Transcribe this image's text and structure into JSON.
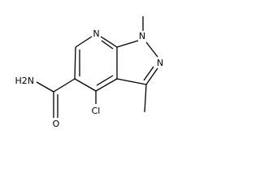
{
  "structure": {
    "atoms": {
      "n_ring": "N",
      "n1": "N",
      "n2": "N",
      "amide_nh2": "H2N",
      "amide_o": "O",
      "cl": "Cl"
    }
  }
}
